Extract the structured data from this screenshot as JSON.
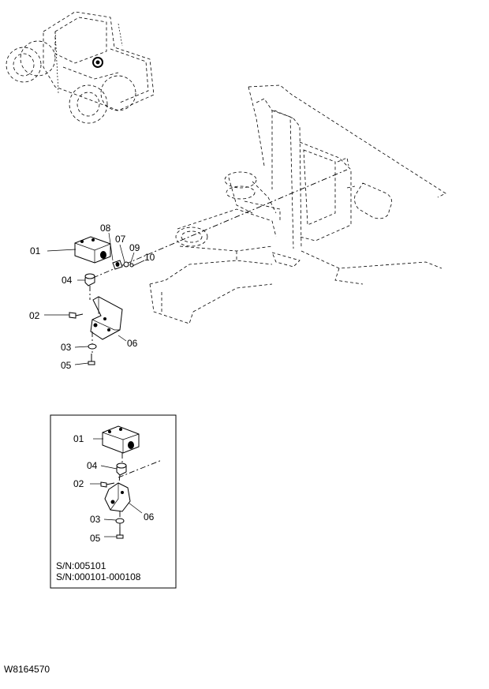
{
  "main_callouts": [
    {
      "id": "part-01",
      "label": "01"
    },
    {
      "id": "part-08",
      "label": "08"
    },
    {
      "id": "part-07",
      "label": "07"
    },
    {
      "id": "part-09",
      "label": "09"
    },
    {
      "id": "part-10",
      "label": "10"
    },
    {
      "id": "part-04",
      "label": "04"
    },
    {
      "id": "part-02",
      "label": "02"
    },
    {
      "id": "part-06",
      "label": "06"
    },
    {
      "id": "part-03",
      "label": "03"
    },
    {
      "id": "part-05",
      "label": "05"
    }
  ],
  "inset": {
    "callouts": [
      {
        "id": "part-01",
        "label": "01"
      },
      {
        "id": "part-04",
        "label": "04"
      },
      {
        "id": "part-02",
        "label": "02"
      },
      {
        "id": "part-06",
        "label": "06"
      },
      {
        "id": "part-03",
        "label": "03"
      },
      {
        "id": "part-05",
        "label": "05"
      }
    ],
    "serial_line_1": "S/N:005101",
    "serial_line_2": "S/N:000101-000108"
  },
  "figure_code": "W8164570"
}
